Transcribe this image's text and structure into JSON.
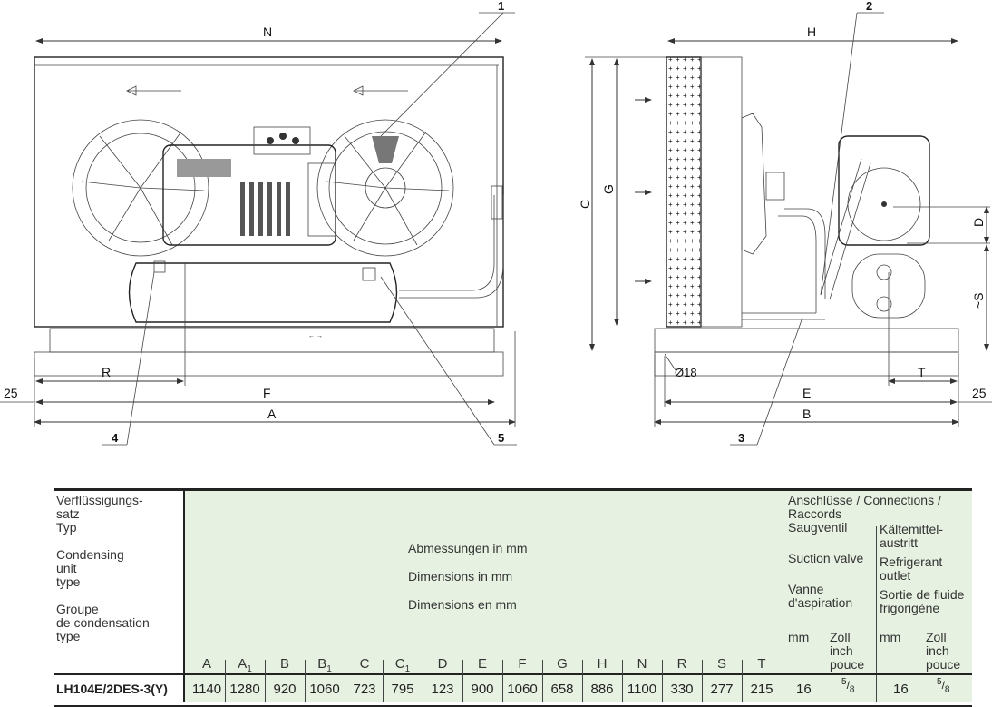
{
  "callouts": [
    "1",
    "2",
    "3",
    "4",
    "5"
  ],
  "front_view": {
    "dims": {
      "N": "N",
      "R": "R",
      "F": "F",
      "A": "A",
      "left_offset": "25"
    }
  },
  "side_view": {
    "dims": {
      "H": "H",
      "C": "C",
      "G": "G",
      "D": "D",
      "S": "~S",
      "T": "T",
      "E": "E",
      "B": "B",
      "hole": "Ø18",
      "right_offset": "25"
    }
  },
  "table": {
    "type_header": [
      "Verflüssigungs-",
      "satz",
      "Typ",
      "",
      "Condensing",
      "unit",
      "type",
      "",
      "Groupe",
      "de condensation",
      "type"
    ],
    "dims_header": [
      "Abmessungen in mm",
      "Dimensions in mm",
      "Dimensions en mm"
    ],
    "conn_header": [
      "Anschlüsse / Connections /",
      "Raccords"
    ],
    "suction": [
      "Saugventil",
      "",
      "Suction valve",
      "",
      "Vanne",
      "d'aspiration"
    ],
    "outlet": [
      "Kältemittel-",
      "austritt",
      "Refrigerant",
      "outlet",
      "Sortie de fluide",
      "frigorigène"
    ],
    "unit_mm": "mm",
    "unit_inch": [
      "Zoll",
      "inch",
      "pouce"
    ],
    "columns": [
      "A",
      "A",
      "B",
      "B",
      "C",
      "C",
      "D",
      "E",
      "F",
      "G",
      "H",
      "N",
      "R",
      "S",
      "T"
    ],
    "column_subscripts": [
      "",
      "1",
      "",
      "1",
      "",
      "1",
      "",
      "",
      "",
      "",
      "",
      "",
      "",
      "",
      ""
    ],
    "row": {
      "model": "LH104E/2DES-3(Y)",
      "values": [
        "1140",
        "1280",
        "920",
        "1060",
        "723",
        "795",
        "123",
        "900",
        "1060",
        "658",
        "886",
        "1100",
        "330",
        "277",
        "215"
      ],
      "suction_mm": "16",
      "suction_inch_num": "5",
      "suction_inch_den": "8",
      "outlet_mm": "16",
      "outlet_inch_num": "5",
      "outlet_inch_den": "8"
    }
  }
}
